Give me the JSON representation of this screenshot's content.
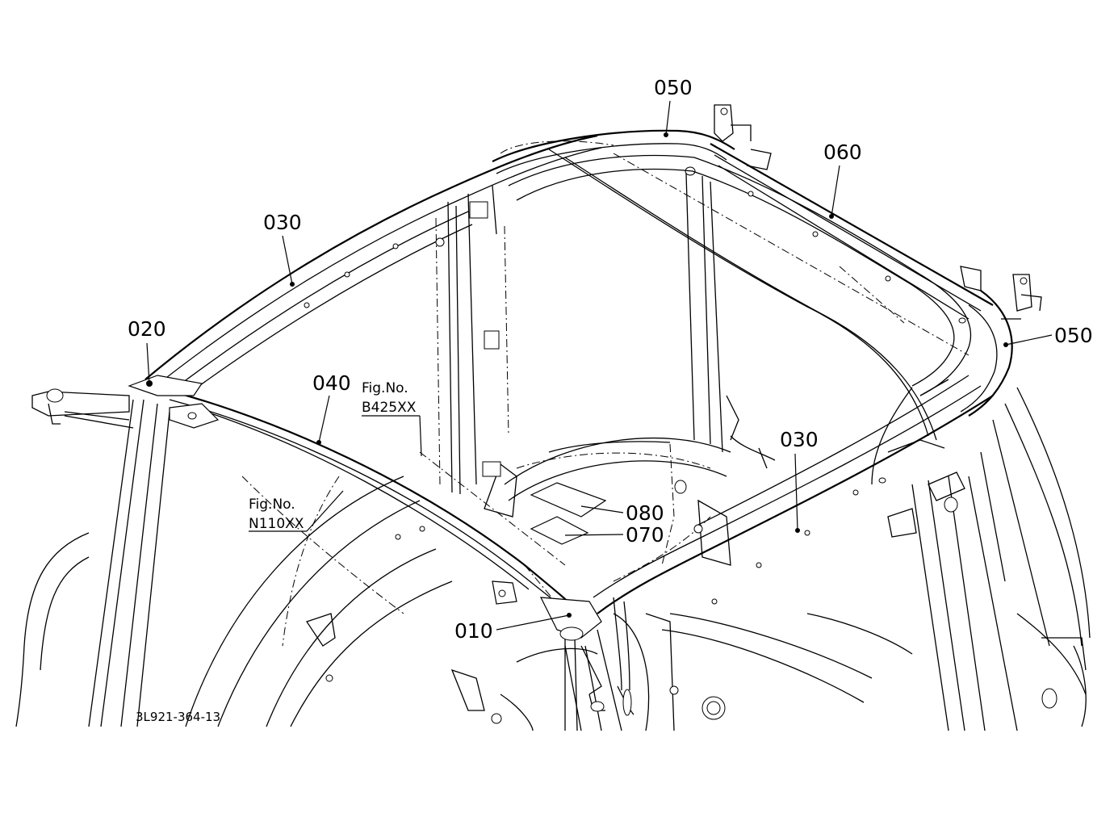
{
  "callouts": {
    "c010": "010",
    "c020": "020",
    "c030_left": "030",
    "c030_right": "030",
    "c040": "040",
    "c050_top": "050",
    "c050_right": "050",
    "c060": "060",
    "c070": "070",
    "c080": "080"
  },
  "figure_refs": {
    "ref_b_label": "Fig.No.",
    "ref_b_code": "B425XX",
    "ref_n_label": "Fig.No.",
    "ref_n_code": "N110XX"
  },
  "drawing_code": "3L921-364-13"
}
